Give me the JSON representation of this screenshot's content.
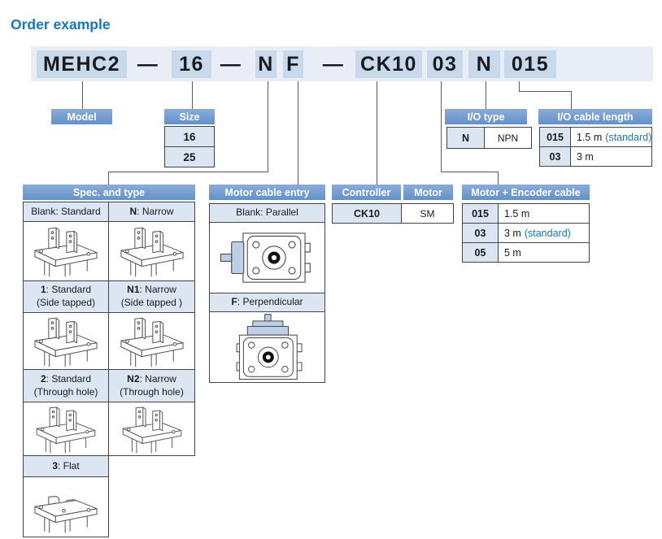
{
  "title": "Order example",
  "colors": {
    "accent_blue": "#1577c0",
    "header_blue": "#6d9bce",
    "cell_blue": "#dce6f2",
    "token_highlight": "#c8d9ec",
    "band_background": "#e9eef6"
  },
  "code_tokens": [
    {
      "text": "MEHC2"
    },
    {
      "text": "—"
    },
    {
      "text": "16"
    },
    {
      "text": "—"
    },
    {
      "text": "N"
    },
    {
      "text": "F"
    },
    {
      "text": "—"
    },
    {
      "text": "CK10"
    },
    {
      "text": "03"
    },
    {
      "text": "N"
    },
    {
      "text": "015"
    }
  ],
  "model": {
    "header": "Model"
  },
  "size": {
    "header": "Size",
    "values": [
      "16",
      "25"
    ]
  },
  "io_type": {
    "header": "I/O type",
    "code": "N",
    "value": "NPN"
  },
  "io_cable": {
    "header": "I/O cable length",
    "rows": [
      {
        "code": "015",
        "value": "1.5 m",
        "note": "(standard)"
      },
      {
        "code": "03",
        "value": "3 m",
        "note": ""
      }
    ]
  },
  "spec": {
    "header": "Spec. and type",
    "cells": [
      {
        "code": "",
        "label": "Blank: Standard",
        "sub": ""
      },
      {
        "code": "N",
        "label": ": Narrow",
        "sub": ""
      },
      {
        "code": "1",
        "label": ": Standard",
        "sub": "(Side tapped)"
      },
      {
        "code": "N1",
        "label": ": Narrow",
        "sub": "(Side tapped )"
      },
      {
        "code": "2",
        "label": ": Standard",
        "sub": "(Through hole)"
      },
      {
        "code": "N2",
        "label": ": Narrow",
        "sub": "(Through hole)"
      },
      {
        "code": "3",
        "label": ": Flat",
        "sub": ""
      }
    ]
  },
  "motor_cable": {
    "header": "Motor cable entry",
    "rows": [
      {
        "code": "",
        "label": "Blank: Parallel"
      },
      {
        "code": "F",
        "label": ": Perpendicular"
      }
    ]
  },
  "controller": {
    "headers": [
      "Controller",
      "Motor"
    ],
    "values": [
      "CK10",
      "SM"
    ]
  },
  "encoder_cable": {
    "header": "Motor + Encoder cable",
    "rows": [
      {
        "code": "015",
        "value": "1.5 m",
        "note": ""
      },
      {
        "code": "03",
        "value": "3 m",
        "note": "(standard)"
      },
      {
        "code": "05",
        "value": "5 m",
        "note": ""
      }
    ]
  }
}
